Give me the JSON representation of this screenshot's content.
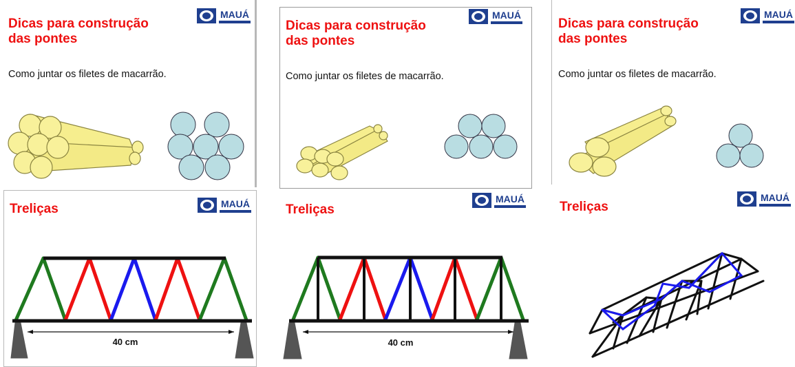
{
  "slides": {
    "tips": {
      "title_line1": "Dicas para construção",
      "title_line2": "das pontes",
      "body": "Como juntar os filetes de macarrão."
    },
    "truss": {
      "title": "Treliças",
      "span_label": "40 cm"
    }
  },
  "logo": {
    "word": "MAUÁ"
  },
  "colors": {
    "title": "#ee1111",
    "brand": "#1f3f8f",
    "pasta_fill": "#f8f19a",
    "pasta_stroke": "#9a9240",
    "circle_fill": "#b9dde2",
    "truss_green": "#1f7a1f",
    "truss_red": "#ee1111",
    "truss_blue": "#1a1aee"
  }
}
